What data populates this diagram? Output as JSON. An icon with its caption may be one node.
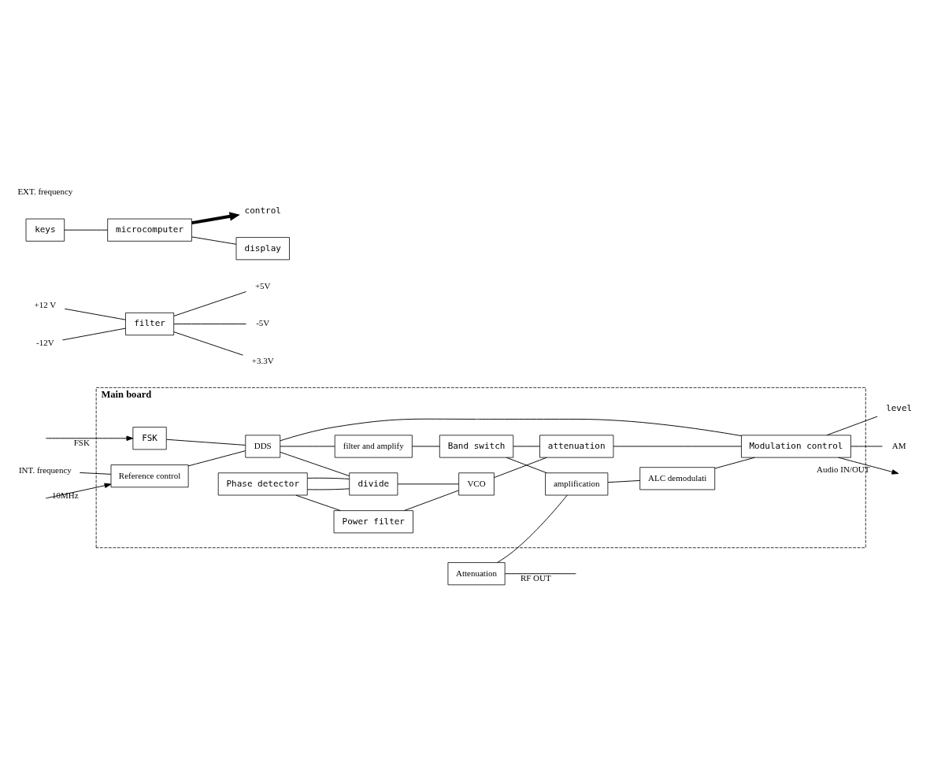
{
  "diagram": {
    "nodes": [
      {
        "text": [
          "Main board"
        ]
      },
      {
        "text": [
          "FSK"
        ],
        "in": 0
      },
      {
        "text": [
          "Attenuation"
        ]
      },
      {
        "text": [
          "Reference control"
        ],
        "in": 0
      },
      {
        "text": [
          "DDS"
        ],
        "in": 0
      },
      {
        "text": [
          "filter and amplify"
        ],
        "in": 0
      },
      {
        "text": [
          "amplification"
        ],
        "in": 0
      },
      {
        "text": [
          "Phase detector"
        ],
        "in": 0
      },
      {
        "text": [
          "divide"
        ],
        "in": 0
      },
      {
        "text": [
          "Band switch"
        ],
        "in": 0
      },
      {
        "text": [
          "ALC demodulati"
        ],
        "in": 0
      },
      {
        "text": [
          "Power filter"
        ],
        "in": 0
      },
      {
        "text": [
          "VCO"
        ],
        "in": 0
      },
      {
        "text": [
          "attenuation"
        ],
        "in": 0
      },
      {
        "text": [
          "Modulation control"
        ],
        "in": 0
      },
      {
        "text": [
          "filter"
        ]
      },
      {
        "text": [
          "keys"
        ]
      },
      {
        "text": [
          "microcomputer"
        ]
      },
      {
        "text": [
          "display"
        ]
      },
      {
        "text": [
          "INT. frequency"
        ]
      },
      {
        "text": [
          "+12 V"
        ]
      },
      {
        "text": [
          "-12V"
        ]
      },
      {
        "text": [
          "control"
        ]
      },
      {
        "text": [
          "level"
        ]
      },
      {
        "text": [
          "AM"
        ]
      },
      {
        "text": [
          "+5V"
        ]
      },
      {
        "text": [
          "-5V"
        ]
      },
      {
        "text": [
          "+3.3V"
        ]
      }
    ],
    "edges": [
      {
        "from": null,
        "to": 1,
        "arrow": "to",
        "label": "FSK"
      },
      {
        "from": 19,
        "to": 3,
        "arrow": "none"
      },
      {
        "from": null,
        "to": 3,
        "arrow": "to",
        "label": "10MHz"
      },
      {
        "from": 2,
        "to": null,
        "arrow": "none",
        "label": "RF OUT"
      },
      {
        "from": 1,
        "to": 4,
        "arrow": "none"
      },
      {
        "from": 3,
        "to": 4,
        "arrow": "none"
      },
      {
        "from": 4,
        "to": 5,
        "arrow": "none"
      },
      {
        "from": 2,
        "to": 6,
        "arrow": "none"
      },
      {
        "from": 4,
        "to": 8,
        "arrow": "none"
      },
      {
        "from": 4,
        "to": 14,
        "arrow": "none"
      },
      {
        "from": 5,
        "to": 9,
        "arrow": "none"
      },
      {
        "from": 9,
        "to": 6,
        "arrow": "none"
      },
      {
        "from": 6,
        "to": 10,
        "arrow": "none"
      },
      {
        "from": 7,
        "to": 8,
        "arrow": "none"
      },
      {
        "from": 7,
        "to": 8,
        "arrow": "none"
      },
      {
        "from": 7,
        "to": 11,
        "arrow": "none"
      },
      {
        "from": 8,
        "to": 12,
        "arrow": "none"
      },
      {
        "from": 9,
        "to": 13,
        "arrow": "none"
      },
      {
        "from": 10,
        "to": 14,
        "arrow": "none"
      },
      {
        "from": 11,
        "to": 12,
        "arrow": "none"
      },
      {
        "from": 12,
        "to": 13,
        "arrow": "none"
      },
      {
        "from": 13,
        "to": 14,
        "arrow": "none"
      },
      {
        "from": 14,
        "to": null,
        "arrow": "to",
        "label": "Audio IN/OUT"
      },
      {
        "from": 14,
        "to": 23,
        "arrow": "none"
      },
      {
        "from": 14,
        "to": 24,
        "arrow": "none"
      },
      {
        "from": 17,
        "to": 22,
        "arrow": "to",
        "style": "thick"
      },
      {
        "from": 20,
        "to": 15,
        "arrow": "none"
      },
      {
        "from": 21,
        "to": 15,
        "arrow": "none"
      },
      {
        "from": 16,
        "to": 17,
        "arrow": "none"
      },
      {
        "from": 17,
        "to": 18,
        "arrow": "none"
      },
      {
        "from": 15,
        "to": 25,
        "arrow": "none"
      },
      {
        "from": 15,
        "to": 26,
        "arrow": "none"
      },
      {
        "from": 15,
        "to": 27,
        "arrow": "none"
      }
    ],
    "labels": [
      "EXT. frequency"
    ]
  }
}
